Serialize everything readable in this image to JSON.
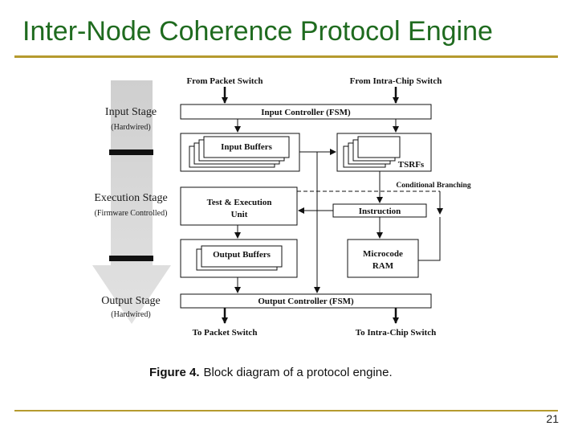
{
  "slide": {
    "title": "Inter-Node Coherence Protocol Engine",
    "page_number": "21",
    "accent_color": "#b59a2e",
    "title_color": "#1f6b1f"
  },
  "diagram": {
    "stages": [
      {
        "name": "Input Stage",
        "mode": "(Hardwired)"
      },
      {
        "name": "Execution Stage",
        "mode": "(Firmware Controlled)"
      },
      {
        "name": "Output Stage",
        "mode": "(Hardwired)"
      }
    ],
    "io": {
      "from_packet_switch": "From Packet Switch",
      "from_intra_chip_switch": "From Intra-Chip Switch",
      "to_packet_switch": "To Packet Switch",
      "to_intra_chip_switch": "To Intra-Chip Switch"
    },
    "blocks": {
      "input_controller": "Input Controller (FSM)",
      "input_buffers": "Input Buffers",
      "tsrfs": "TSRFs",
      "conditional_branching": "Conditional Branching",
      "test_execution_line1": "Test & Execution",
      "test_execution_line2": "Unit",
      "instruction": "Instruction",
      "output_buffers": "Output Buffers",
      "microcode_line1": "Microcode",
      "microcode_line2": "RAM",
      "output_controller": "Output Controller (FSM)"
    },
    "caption": {
      "label": "Figure 4.",
      "text": "Block diagram of a protocol engine."
    }
  }
}
